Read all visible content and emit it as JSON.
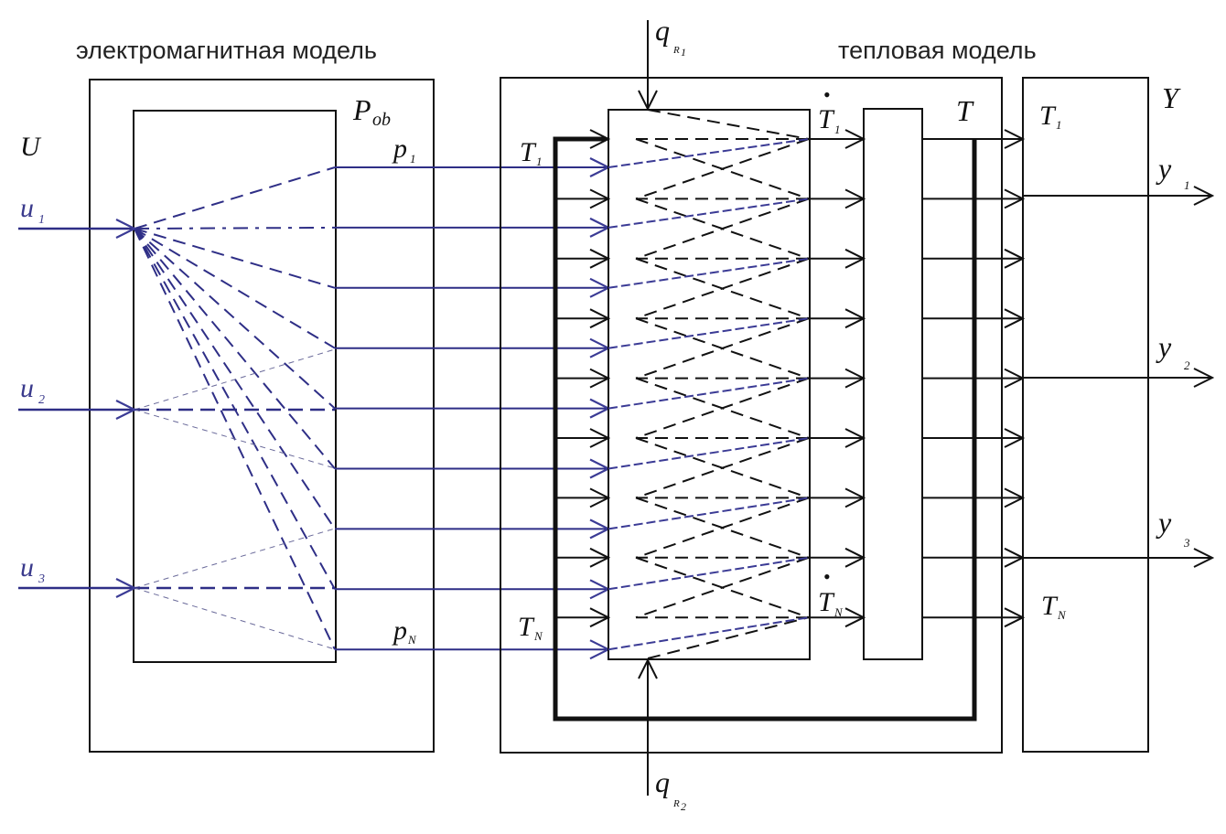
{
  "colors": {
    "ink": "#111111",
    "signal_blue": "#2e2e86",
    "background": "#ffffff"
  },
  "titles": {
    "electromagnetic_model": "электромагнитная модель",
    "thermal_model": "тепловая модель"
  },
  "inputs": {
    "group_label": "U",
    "items": [
      {
        "base": "u",
        "sub": "1"
      },
      {
        "base": "u",
        "sub": "2"
      },
      {
        "base": "u",
        "sub": "3"
      }
    ]
  },
  "power": {
    "group_label": {
      "base": "P",
      "sub": "ob"
    },
    "first": {
      "base": "p",
      "sub": "1"
    },
    "last": {
      "base": "p",
      "sub": "N"
    },
    "row_count": 9
  },
  "thermal": {
    "temp_first": {
      "base": "T",
      "sub": "1"
    },
    "temp_last": {
      "base": "T",
      "sub": "N"
    },
    "deriv_first": {
      "base": "T",
      "sub": "1",
      "dot": "•"
    },
    "deriv_last": {
      "base": "T",
      "sub": "N",
      "dot": "•"
    },
    "vector_label": "T",
    "row_count": 9,
    "heat_in_top": {
      "base": "q",
      "sub": "R",
      "subsub": "1"
    },
    "heat_in_bottom": {
      "base": "q",
      "sub": "R",
      "subsub": "2"
    }
  },
  "outputs": {
    "group_label": "Y",
    "temp_first": {
      "base": "T",
      "sub": "1"
    },
    "temp_last": {
      "base": "T",
      "sub": "N"
    },
    "items": [
      {
        "base": "y",
        "sub": "1"
      },
      {
        "base": "y",
        "sub": "2"
      },
      {
        "base": "y",
        "sub": "3"
      }
    ]
  }
}
